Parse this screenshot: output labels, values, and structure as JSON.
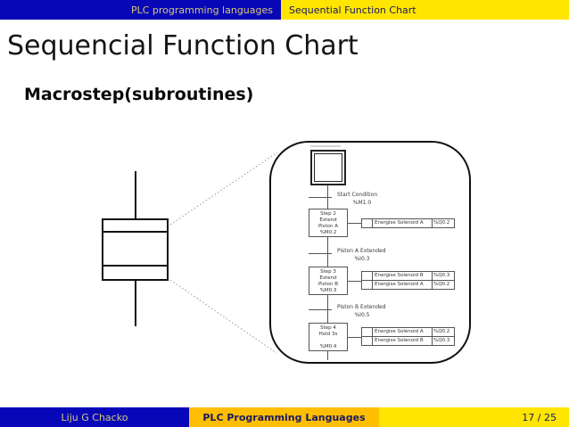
{
  "header": {
    "left_tab": "PLC programming languages",
    "right_tab": "Sequential Function Chart"
  },
  "title": "Sequencial Function Chart",
  "subtitle": "Macrostep(subroutines)",
  "palette": {
    "accent_blue": "#0707b8",
    "accent_yellow": "#ffe500",
    "accent_orange": "#ffbf00",
    "text_on_blue": "#d6c878",
    "text_on_yellow": "#191965"
  },
  "sfc": {
    "transitions": [
      {
        "label": "Start Condition",
        "address": "%M1.0"
      },
      {
        "label": "Piston A Extended",
        "address": "%I0.3"
      },
      {
        "label": "Piston B Extended",
        "address": "%I0.5"
      }
    ],
    "steps": [
      {
        "lines": [
          "Step 2",
          "Extend",
          "Piston A",
          "%M0.2"
        ],
        "actions": [
          {
            "name": "Energise Solenoid A",
            "address": "%Q0.2"
          }
        ]
      },
      {
        "lines": [
          "Step 3",
          "Extend",
          "Piston B",
          "%M0.3"
        ],
        "actions": [
          {
            "name": "Energise Solenoid B",
            "address": "%Q0.3"
          },
          {
            "name": "Energise Solenoid A",
            "address": "%Q0.2"
          }
        ]
      },
      {
        "lines": [
          "Step 4",
          "Hold 3s",
          "",
          "%M0.4"
        ],
        "actions": [
          {
            "name": "Energise Solenoid A",
            "address": "%Q0.2"
          },
          {
            "name": "Energise Solenoid B",
            "address": "%Q0.3"
          }
        ]
      }
    ]
  },
  "footer": {
    "author": "Liju G Chacko",
    "title": "PLC Programming Languages",
    "page": "17 / 25"
  }
}
